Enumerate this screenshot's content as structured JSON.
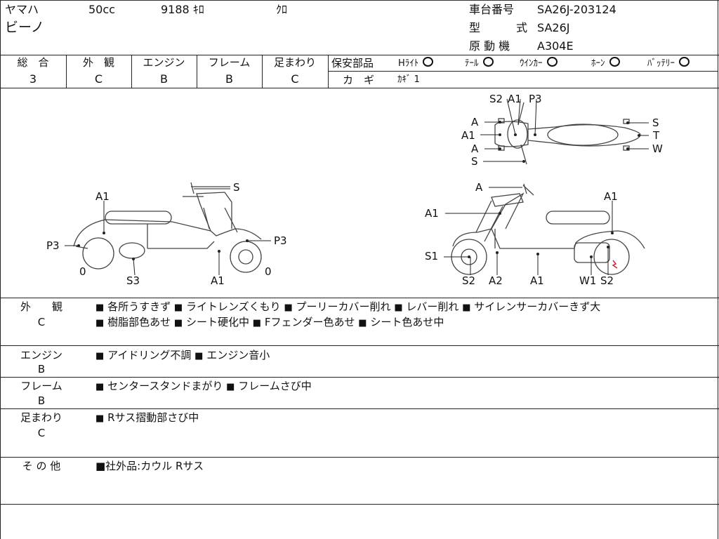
{
  "header": {
    "maker": "ヤマハ",
    "displacement": "50cc",
    "mileage": "9188 ｷﾛ",
    "color": "ｸﾛ",
    "model_name": "ビーノ",
    "frame_no_label": "車台番号",
    "frame_no": "SA26J-203124",
    "type_label_1": "型",
    "type_label_2": "式",
    "type_value": "SA26J",
    "engine_label": "原 動 機",
    "engine_value": "A304E"
  },
  "grades": {
    "overall_label": "総　合",
    "overall": "3",
    "exterior_label": "外　観",
    "exterior": "C",
    "engine_label": "エンジン",
    "engine": "B",
    "frame_label": "フレーム",
    "frame": "B",
    "suspension_label": "足まわり",
    "suspension": "C"
  },
  "safety": {
    "label": "保安部品",
    "items": [
      "Hﾗｲﾄ",
      "ﾃｰﾙ",
      "ｳｲﾝｶｰ",
      "ﾎｰﾝ",
      "ﾊﾞｯﾃﾘｰ"
    ],
    "keys_label": "カ　ギ",
    "keys_value": "ｶｷﾞ 1"
  },
  "diagram": {
    "top_labels": [
      "S2",
      "A1",
      "P3",
      "A",
      "A1",
      "A",
      "S",
      "S",
      "T",
      "W"
    ],
    "left_labels": [
      "S",
      "A1",
      "P3",
      "P3",
      "0",
      "0",
      "S3",
      "A1"
    ],
    "right_labels": [
      "A",
      "A1",
      "A1",
      "S1",
      "S2",
      "A2",
      "A1",
      "W1",
      "S2"
    ]
  },
  "remarks": [
    {
      "label": "外　　観",
      "grade": "C",
      "lines": [
        [
          "各所うすきず",
          "ライトレンズくもり",
          "プーリーカバー削れ",
          "レバー削れ",
          "サイレンサーカバーきず大"
        ],
        [
          "樹脂部色あせ",
          "シート硬化中",
          "Fフェンダー色あせ",
          "シート色あせ中"
        ]
      ]
    },
    {
      "label": "エンジン",
      "grade": "B",
      "lines": [
        [
          "アイドリング不調",
          "エンジン音小"
        ]
      ]
    },
    {
      "label": "フレーム",
      "grade": "B",
      "lines": [
        [
          "センタースタンドまがり",
          "フレームさび中"
        ]
      ]
    },
    {
      "label": "足まわり",
      "grade": "C",
      "lines": [
        [
          "Rサス摺動部さび中"
        ]
      ]
    },
    {
      "label": "そ の 他",
      "grade": "",
      "other": "■社外品:カウル Rサス"
    }
  ],
  "bullet": "■",
  "colors": {
    "line": "#222222",
    "damage_mark": "#cc2233"
  }
}
